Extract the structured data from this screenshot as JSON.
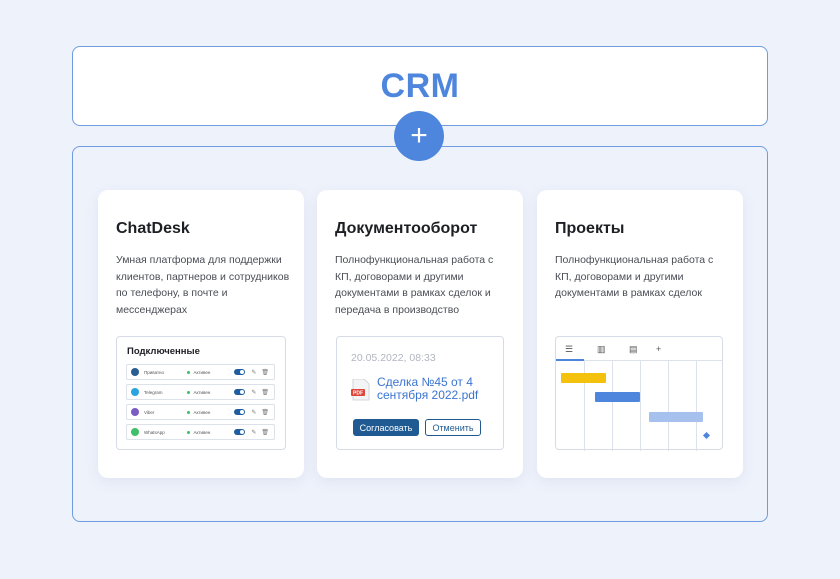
{
  "crm": {
    "title": "CRM",
    "plus_symbol": "+"
  },
  "cards": {
    "chatdesk": {
      "title": "ChatDesk",
      "description": "Умная платформа для поддержки клиентов, партнеров и сотрудников по телефону, в почте и мессенджерах",
      "widget_title": "Подключенные",
      "channels": [
        {
          "name": "Приватно",
          "status": "Активен",
          "color": "#2a5d93"
        },
        {
          "name": "Telegram",
          "status": "Активен",
          "color": "#2aa3df"
        },
        {
          "name": "Viber",
          "status": "Активен",
          "color": "#7b5cc4"
        },
        {
          "name": "WhatsApp",
          "status": "Активен",
          "color": "#3fbf6a"
        }
      ],
      "edit_icon": "pencil-icon",
      "delete_icon": "trash-icon"
    },
    "docs": {
      "title": "Документооборот",
      "description": "Полнофункциональная работа с КП, договорами и другими документами в рамках сделок и передача в производство",
      "date": "20.05.2022, 08:33",
      "pdf_label": "PDF",
      "file_name": "Сделка №45 от 4 сентября 2022.pdf",
      "approve_label": "Согласовать",
      "cancel_label": "Отменить"
    },
    "projects": {
      "title": "Проекты",
      "description": "Полнофункциональная работа с КП, договорами и другими документами в рамках сделок",
      "toolbar_icons": [
        "list-icon",
        "kanban-icon",
        "table-icon",
        "plus-icon"
      ],
      "add_symbol": "+",
      "bar_colors": [
        "#f4c20d",
        "#4e86de",
        "#a7c1ee"
      ]
    }
  },
  "colors": {
    "accent": "#4e86de",
    "button_dark": "#1f5a92",
    "border": "#6f9be0",
    "background": "#eef2fb"
  }
}
